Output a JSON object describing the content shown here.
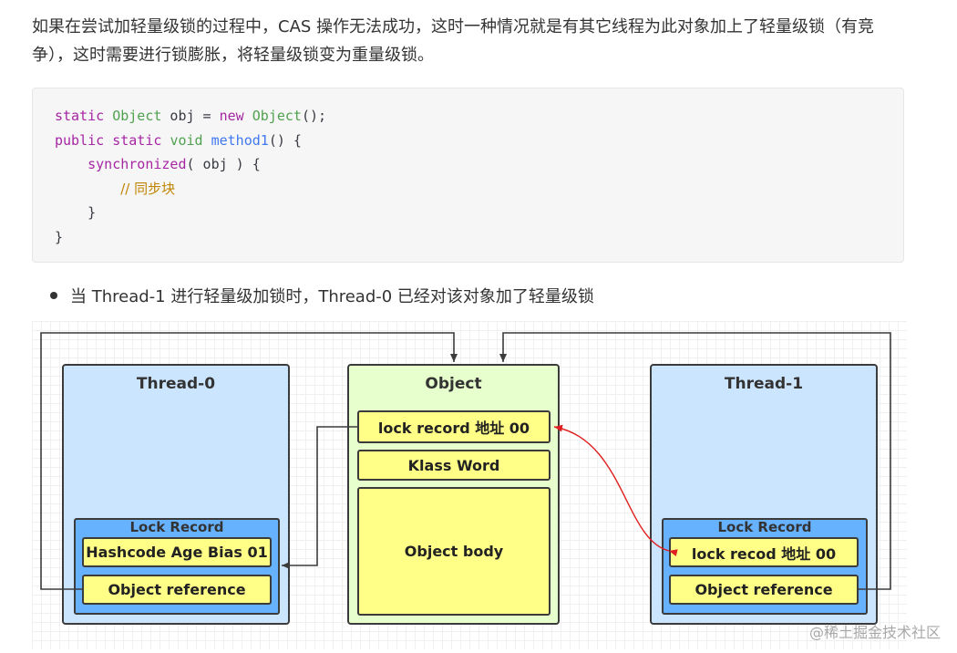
{
  "intro_paragraph": "如果在尝试加轻量级锁的过程中，CAS 操作无法成功，这时一种情况就是有其它线程为此对象加上了轻量级锁（有竞争），这时需要进行锁膨胀，将轻量级锁变为重量级锁。",
  "code": {
    "line1": {
      "kw1": "static",
      "ty": "Object",
      "rest1": " obj = ",
      "kw2": "new",
      "ty2": "Object",
      "rest2": "();"
    },
    "line2": {
      "kw1": "public",
      "kw2": "static",
      "kw3": "void",
      "fn": "method1",
      "rest": "() {"
    },
    "line3": {
      "fn": "synchronized",
      "rest": "( obj ) {"
    },
    "line4": {
      "comment": "// 同步块"
    },
    "line5": "}",
    "line6": "}"
  },
  "bullet_text": "当 Thread-1 进行轻量级加锁时，Thread-0 已经对该对象加了轻量级锁",
  "diagram": {
    "thread0": {
      "title": "Thread-0",
      "lock_record_title": "Lock Record",
      "cell_hashcode": "Hashcode Age Bias 01",
      "cell_objref": "Object reference"
    },
    "object": {
      "title": "Object",
      "cell_lock_record": "lock  record 地址 00",
      "cell_klass": "Klass Word",
      "cell_body": "Object body"
    },
    "thread1": {
      "title": "Thread-1",
      "lock_record_title": "Lock Record",
      "cell_lock_recod": "lock recod 地址 00",
      "cell_objref": "Object reference"
    },
    "colors": {
      "thread_fill": "#cce5ff",
      "object_fill": "#e6ffcc",
      "lock_record_fill": "#66b2ff",
      "cell_fill": "#ffff88",
      "red_arrow": "#e02020"
    }
  },
  "watermark": "@稀土掘金技术社区"
}
